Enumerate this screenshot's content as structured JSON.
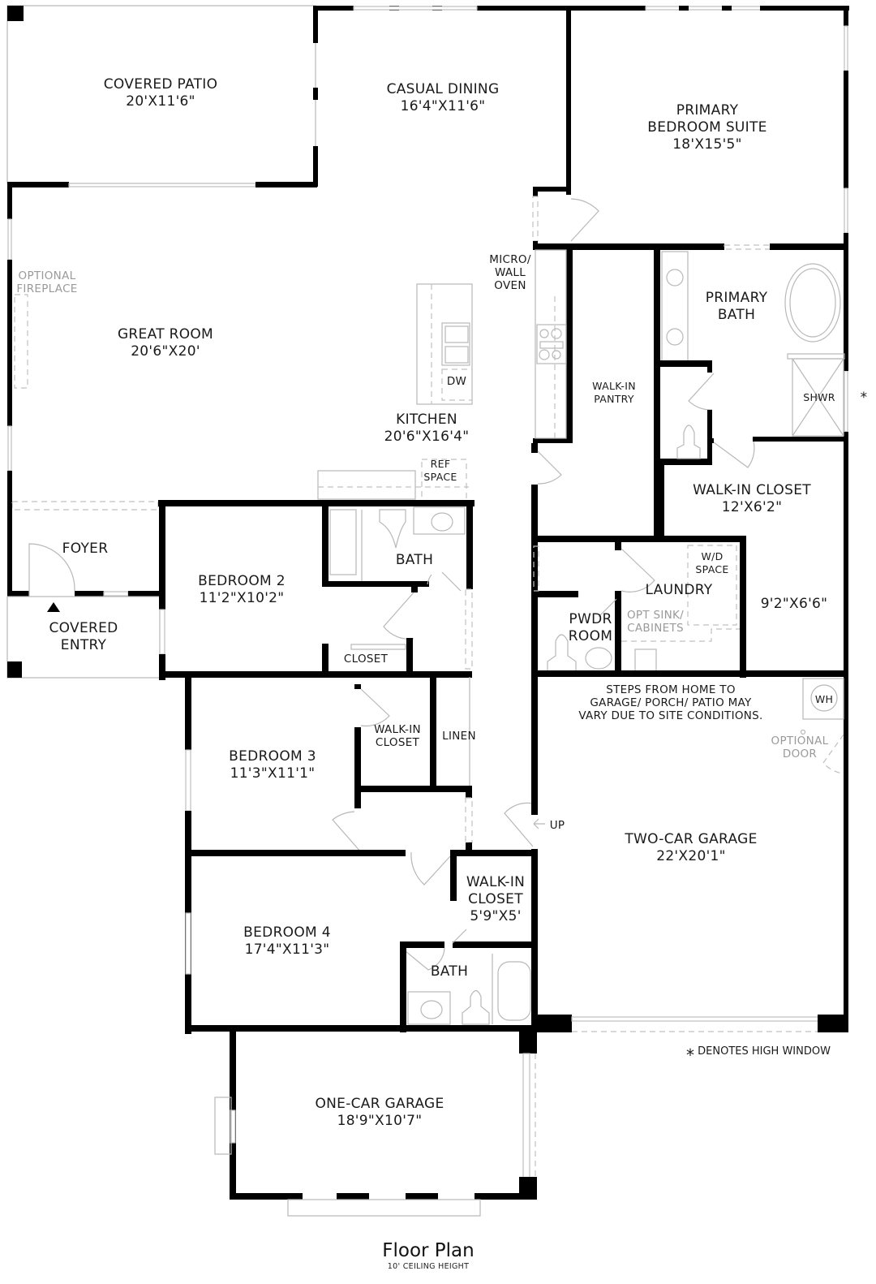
{
  "rooms": {
    "covered_patio": {
      "name": "COVERED PATIO",
      "dims": "20'X11'6\""
    },
    "casual_dining": {
      "name": "CASUAL DINING",
      "dims": "16'4\"X11'6\""
    },
    "primary_bedroom": {
      "name_line1": "PRIMARY",
      "name_line2": "BEDROOM SUITE",
      "dims": "18'X15'5\""
    },
    "great_room": {
      "name": "GREAT ROOM",
      "dims": "20'6\"X20'"
    },
    "kitchen": {
      "name": "KITCHEN",
      "dims": "20'6\"X16'4\""
    },
    "walk_in_pantry": {
      "line1": "WALK-IN",
      "line2": "PANTRY"
    },
    "primary_bath": {
      "line1": "PRIMARY",
      "line2": "BATH"
    },
    "shower": "SHWR",
    "primary_closet": {
      "name": "WALK-IN CLOSET",
      "dims": "12'X6'2\""
    },
    "closet_extension_dims": "9'2\"X6'6\"",
    "foyer": "FOYER",
    "covered_entry": {
      "line1": "COVERED",
      "line2": "ENTRY"
    },
    "bedroom2": {
      "name": "BEDROOM 2",
      "dims": "11'2\"X10'2\""
    },
    "bath2": "BATH",
    "closet2": "CLOSET",
    "laundry": "LAUNDRY",
    "pwdr_room": {
      "line1": "PWDR",
      "line2": "ROOM"
    },
    "bedroom3": {
      "name": "BEDROOM 3",
      "dims": "11'3\"X11'1\""
    },
    "walkin_closet3": {
      "line1": "WALK-IN",
      "line2": "CLOSET"
    },
    "linen": "LINEN",
    "bedroom4": {
      "name": "BEDROOM 4",
      "dims": "17'4\"X11'3\""
    },
    "walkin_closet4": {
      "line1": "WALK-IN",
      "line2": "CLOSET",
      "dims": "5'9\"X5'"
    },
    "bath4": "BATH",
    "two_car_garage": {
      "name": "TWO-CAR GARAGE",
      "dims": "22'X20'1\""
    },
    "one_car_garage": {
      "name": "ONE-CAR GARAGE",
      "dims": "18'9\"X10'7\""
    }
  },
  "fixtures": {
    "micro_wall_oven": {
      "line1": "MICRO/",
      "line2": "WALL",
      "line3": "OVEN"
    },
    "dishwasher": "DW",
    "ref_space": {
      "line1": "REF",
      "line2": "SPACE"
    },
    "wd_space": {
      "line1": "W/D",
      "line2": "SPACE"
    },
    "water_heater": "WH",
    "stairs_up": "UP"
  },
  "options": {
    "fireplace": {
      "line1": "OPTIONAL",
      "line2": "FIREPLACE"
    },
    "sink_cabinets": {
      "line1": "OPT SINK/",
      "line2": "CABINETS"
    },
    "garage_door": {
      "line1": "OPTIONAL",
      "line2": "DOOR"
    }
  },
  "notes": {
    "steps": {
      "line1": "STEPS FROM HOME TO",
      "line2": "GARAGE/ PORCH/ PATIO MAY",
      "line3": "VARY DUE TO SITE CONDITIONS."
    },
    "high_window_marker": "*",
    "high_window_legend": "DENOTES HIGH WINDOW"
  },
  "footer": {
    "title": "Floor Plan",
    "subtitle": "10' CEILING HEIGHT"
  },
  "colors": {
    "wall": "#000000",
    "fixture_line": "#b8b8b8",
    "optional_text": "#9a9a9a"
  }
}
